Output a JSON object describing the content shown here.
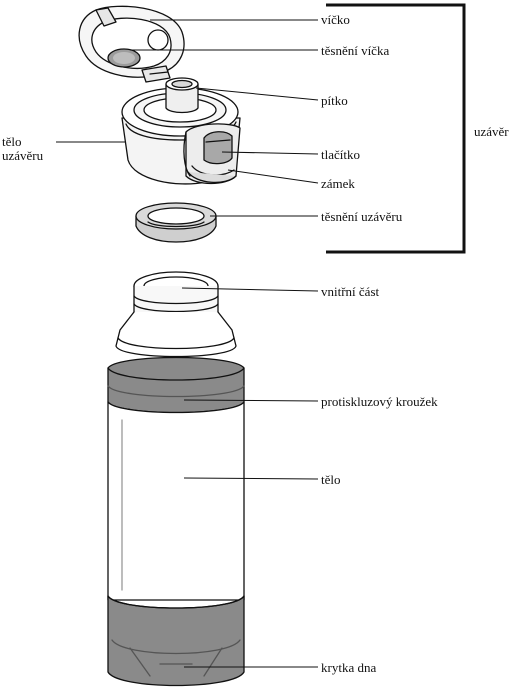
{
  "labels": {
    "cap_lid": "víčko",
    "lid_seal": "těsnění víčka",
    "spout": "pítko",
    "cap_body_line1": "tělo",
    "cap_body_line2": "uzávěru",
    "button": "tlačítko",
    "lock": "zámek",
    "cap_seal": "těsnění uzávěru",
    "cap_group": "uzávěr",
    "inner_part": "vnitřní část",
    "antislip_ring": "protiskluzový kroužek",
    "body": "tělo",
    "bottom_cover": "krytka dna"
  },
  "colors": {
    "line": "#111111",
    "band": "#8a8a8a",
    "band_dark": "#6e6e6e",
    "part_fill": "#f4f4f4",
    "seal_fill": "#cfcfcf"
  }
}
